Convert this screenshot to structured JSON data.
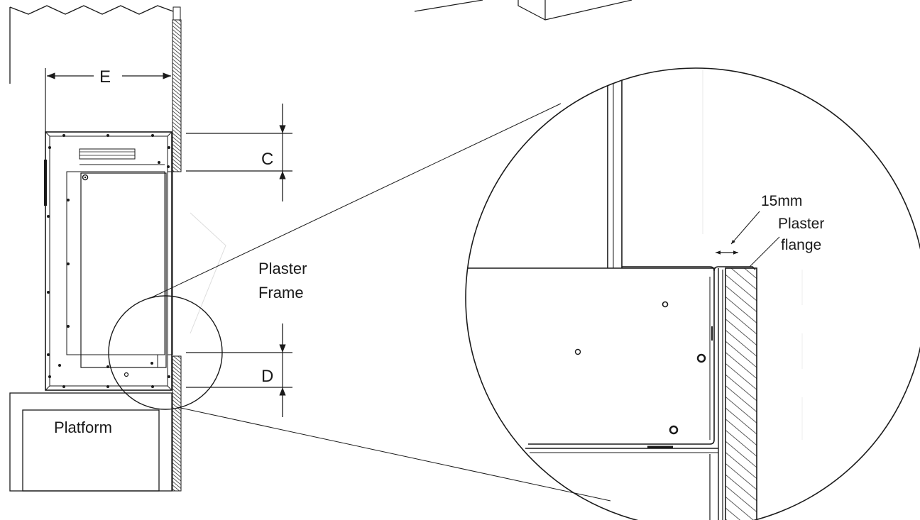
{
  "labels": {
    "dim_e": "E",
    "dim_c": "C",
    "dim_d": "D",
    "plaster_frame_line1": "Plaster",
    "plaster_frame_line2": "Frame",
    "platform": "Platform",
    "gap_15mm": "15mm",
    "plaster_flange_line1": "Plaster",
    "plaster_flange_line2": "flange"
  },
  "colors": {
    "line": "#1a1a1a",
    "hatch": "#333333",
    "background": "#ffffff"
  }
}
